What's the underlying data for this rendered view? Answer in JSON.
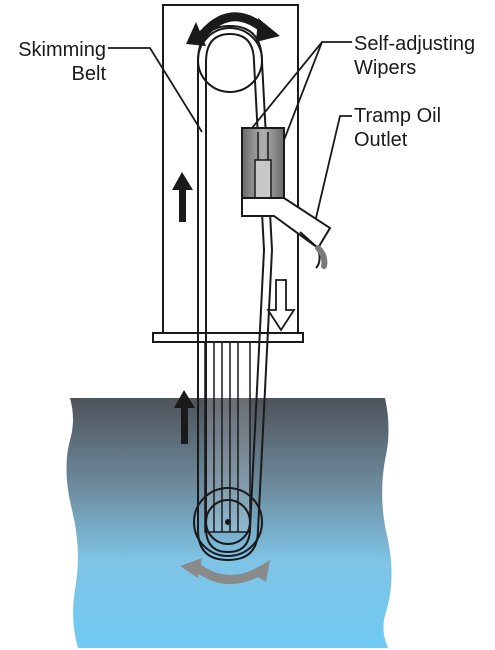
{
  "labels": {
    "skimming_belt": {
      "line1": "Skimming",
      "line2": "Belt"
    },
    "wipers": {
      "line1": "Self-adjusting",
      "line2": "Wipers"
    },
    "oil_outlet": {
      "line1": "Tramp Oil",
      "line2": "Outlet"
    }
  },
  "colors": {
    "outline": "#1a1a1a",
    "housing_fill": "#ffffff",
    "wiper_fill": "#8c8c8c",
    "water_top": "#555960",
    "water_bottom": "#6ec8f0",
    "arrow_dark": "#1a1a1a",
    "arrow_grey": "#8a8a8a"
  }
}
